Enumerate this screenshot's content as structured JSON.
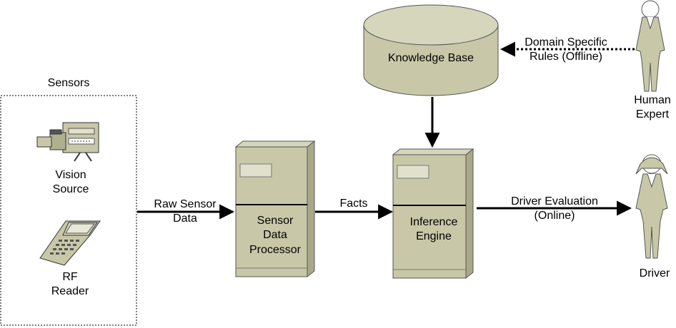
{
  "sensors": {
    "group_label": "Sensors",
    "vision": {
      "line1": "Vision",
      "line2": "Source",
      "icon": "video-camera-icon"
    },
    "rf": {
      "line1": "RF",
      "line2": "Reader",
      "icon": "handheld-reader-icon"
    }
  },
  "arrows": {
    "raw_data": {
      "line1": "Raw Sensor",
      "line2": "Data"
    },
    "facts": {
      "label": "Facts"
    },
    "evaluation": {
      "line1": "Driver Evaluation",
      "line2": "(Online)"
    },
    "rules": {
      "line1": "Domain Specific",
      "line2": "Rules (Offline)"
    }
  },
  "nodes": {
    "processor": {
      "line1": "Sensor",
      "line2": "Data",
      "line3": "Processor"
    },
    "inference": {
      "line1": "Inference",
      "line2": "Engine"
    },
    "knowledge_base": {
      "label": "Knowledge Base"
    }
  },
  "actors": {
    "expert": {
      "line1": "Human",
      "line2": "Expert"
    },
    "driver": {
      "label": "Driver"
    }
  },
  "colors": {
    "box": "#c8c8a8",
    "box_side": "#a9a98a",
    "box_top": "#d6d6bc",
    "outline": "#555555"
  }
}
